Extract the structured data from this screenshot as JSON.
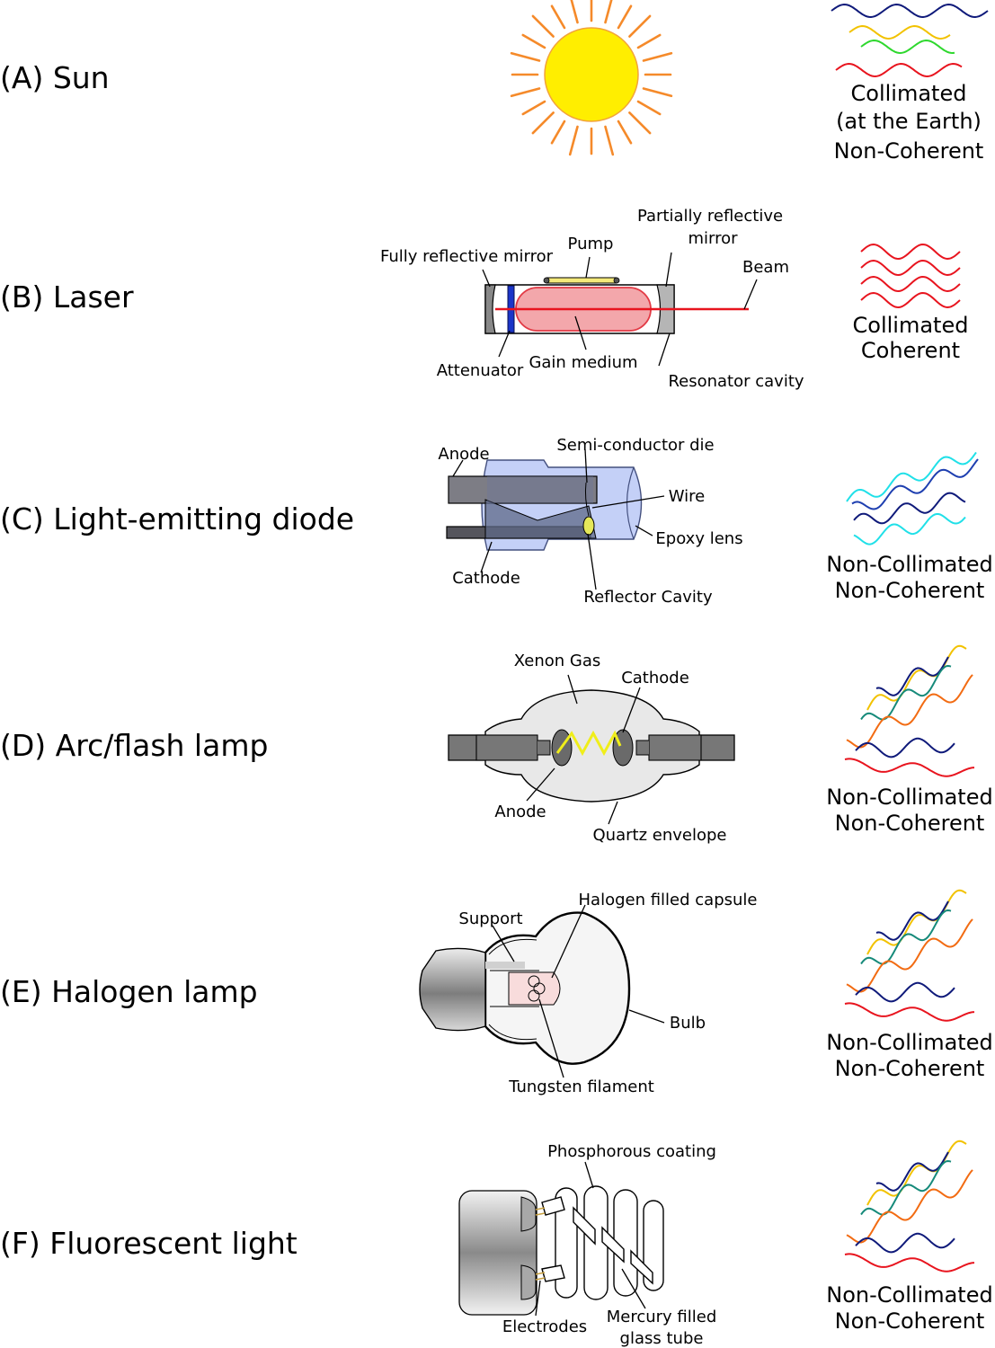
{
  "rows": [
    {
      "label": "(A) Sun",
      "props": [
        "Collimated",
        "(at the Earth)",
        "Non-Coherent"
      ]
    },
    {
      "label": "(B) Laser",
      "props": [
        "Collimated",
        "Coherent"
      ]
    },
    {
      "label": "(C) Light-emitting diode",
      "props": [
        "Non-Collimated",
        "Non-Coherent"
      ]
    },
    {
      "label": "(D) Arc/flash lamp",
      "props": [
        "Non-Collimated",
        "Non-Coherent"
      ]
    },
    {
      "label": "(E) Halogen lamp",
      "props": [
        "Non-Collimated",
        "Non-Coherent"
      ]
    },
    {
      "label": "(F) Fluorescent light",
      "props": [
        "Non-Collimated",
        "Non-Coherent"
      ]
    }
  ],
  "laser": {
    "partially_reflective_1": "Partially reflective",
    "partially_reflective_2": "mirror",
    "pump": "Pump",
    "fully_reflective": "Fully reflective mirror",
    "beam": "Beam",
    "attenuator": "Attenuator",
    "gain_medium": "Gain medium",
    "resonator": "Resonator cavity"
  },
  "led": {
    "anode": "Anode",
    "die": "Semi-conductor die",
    "wire": "Wire",
    "epoxy": "Epoxy lens",
    "cathode": "Cathode",
    "reflector": "Reflector Cavity"
  },
  "arc": {
    "xenon": "Xenon Gas",
    "cathode": "Cathode",
    "anode": "Anode",
    "quartz": "Quartz envelope"
  },
  "halogen": {
    "capsule": "Halogen filled capsule",
    "support": "Support",
    "bulb": "Bulb",
    "filament": "Tungsten filament"
  },
  "fluorescent": {
    "coating": "Phosphorous coating",
    "electrodes": "Electrodes",
    "mercury_1": "Mercury filled",
    "mercury_2": "glass tube"
  },
  "colors": {
    "sun": "#ffee00",
    "rays": "#f58a2a",
    "laser": "#e8141e",
    "navy": "#0f1a7a",
    "cyan": "#20e0e8",
    "gold": "#f2c200",
    "green": "#2ed82e",
    "orange": "#f26b12",
    "teal": "#168a7a"
  }
}
